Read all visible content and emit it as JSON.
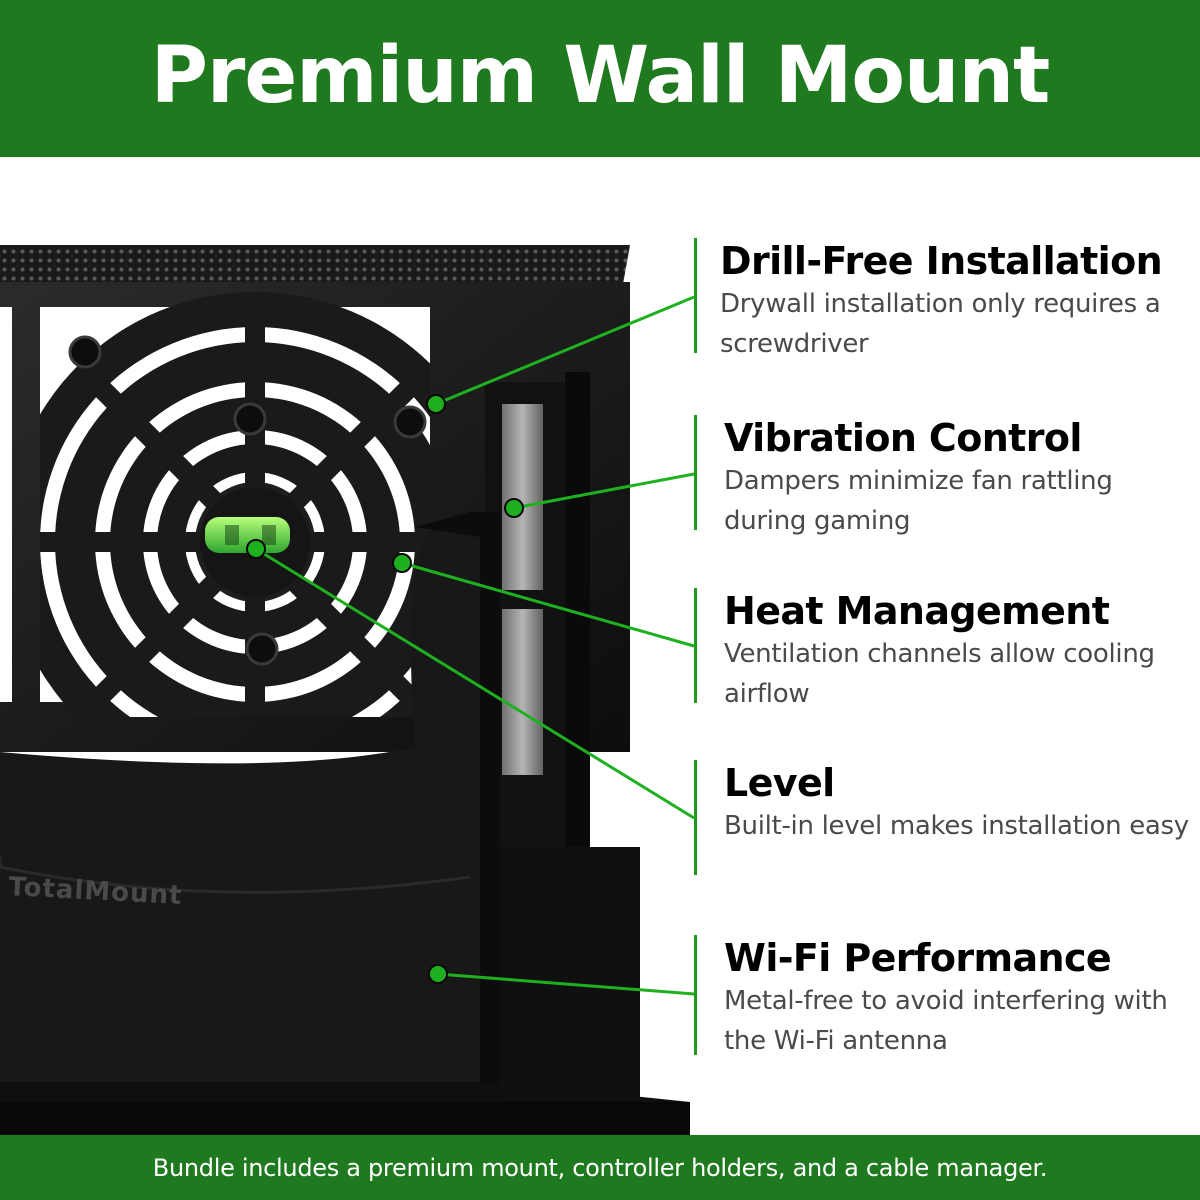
{
  "header": {
    "title": "Premium Wall Mount"
  },
  "product": {
    "brand_text": "TotalMount"
  },
  "features": [
    {
      "title": "Drill-Free Installation",
      "description": "Drywall installation only requires a screwdriver"
    },
    {
      "title": "Vibration Control",
      "description": "Dampers minimize fan rattling during gaming"
    },
    {
      "title": "Heat Management",
      "description": "Ventilation channels allow cooling airflow"
    },
    {
      "title": "Level",
      "description": "Built-in level makes installation easy"
    },
    {
      "title": "Wi-Fi Performance",
      "description": "Metal-free to avoid interfering with the Wi-Fi antenna"
    }
  ],
  "footer": {
    "text": "Bundle includes a premium mount, controller holders, and a cable manager."
  },
  "colors": {
    "brand_green": "#1f7a1f",
    "callout_green": "#1fb01f",
    "product_black": "#151515"
  }
}
